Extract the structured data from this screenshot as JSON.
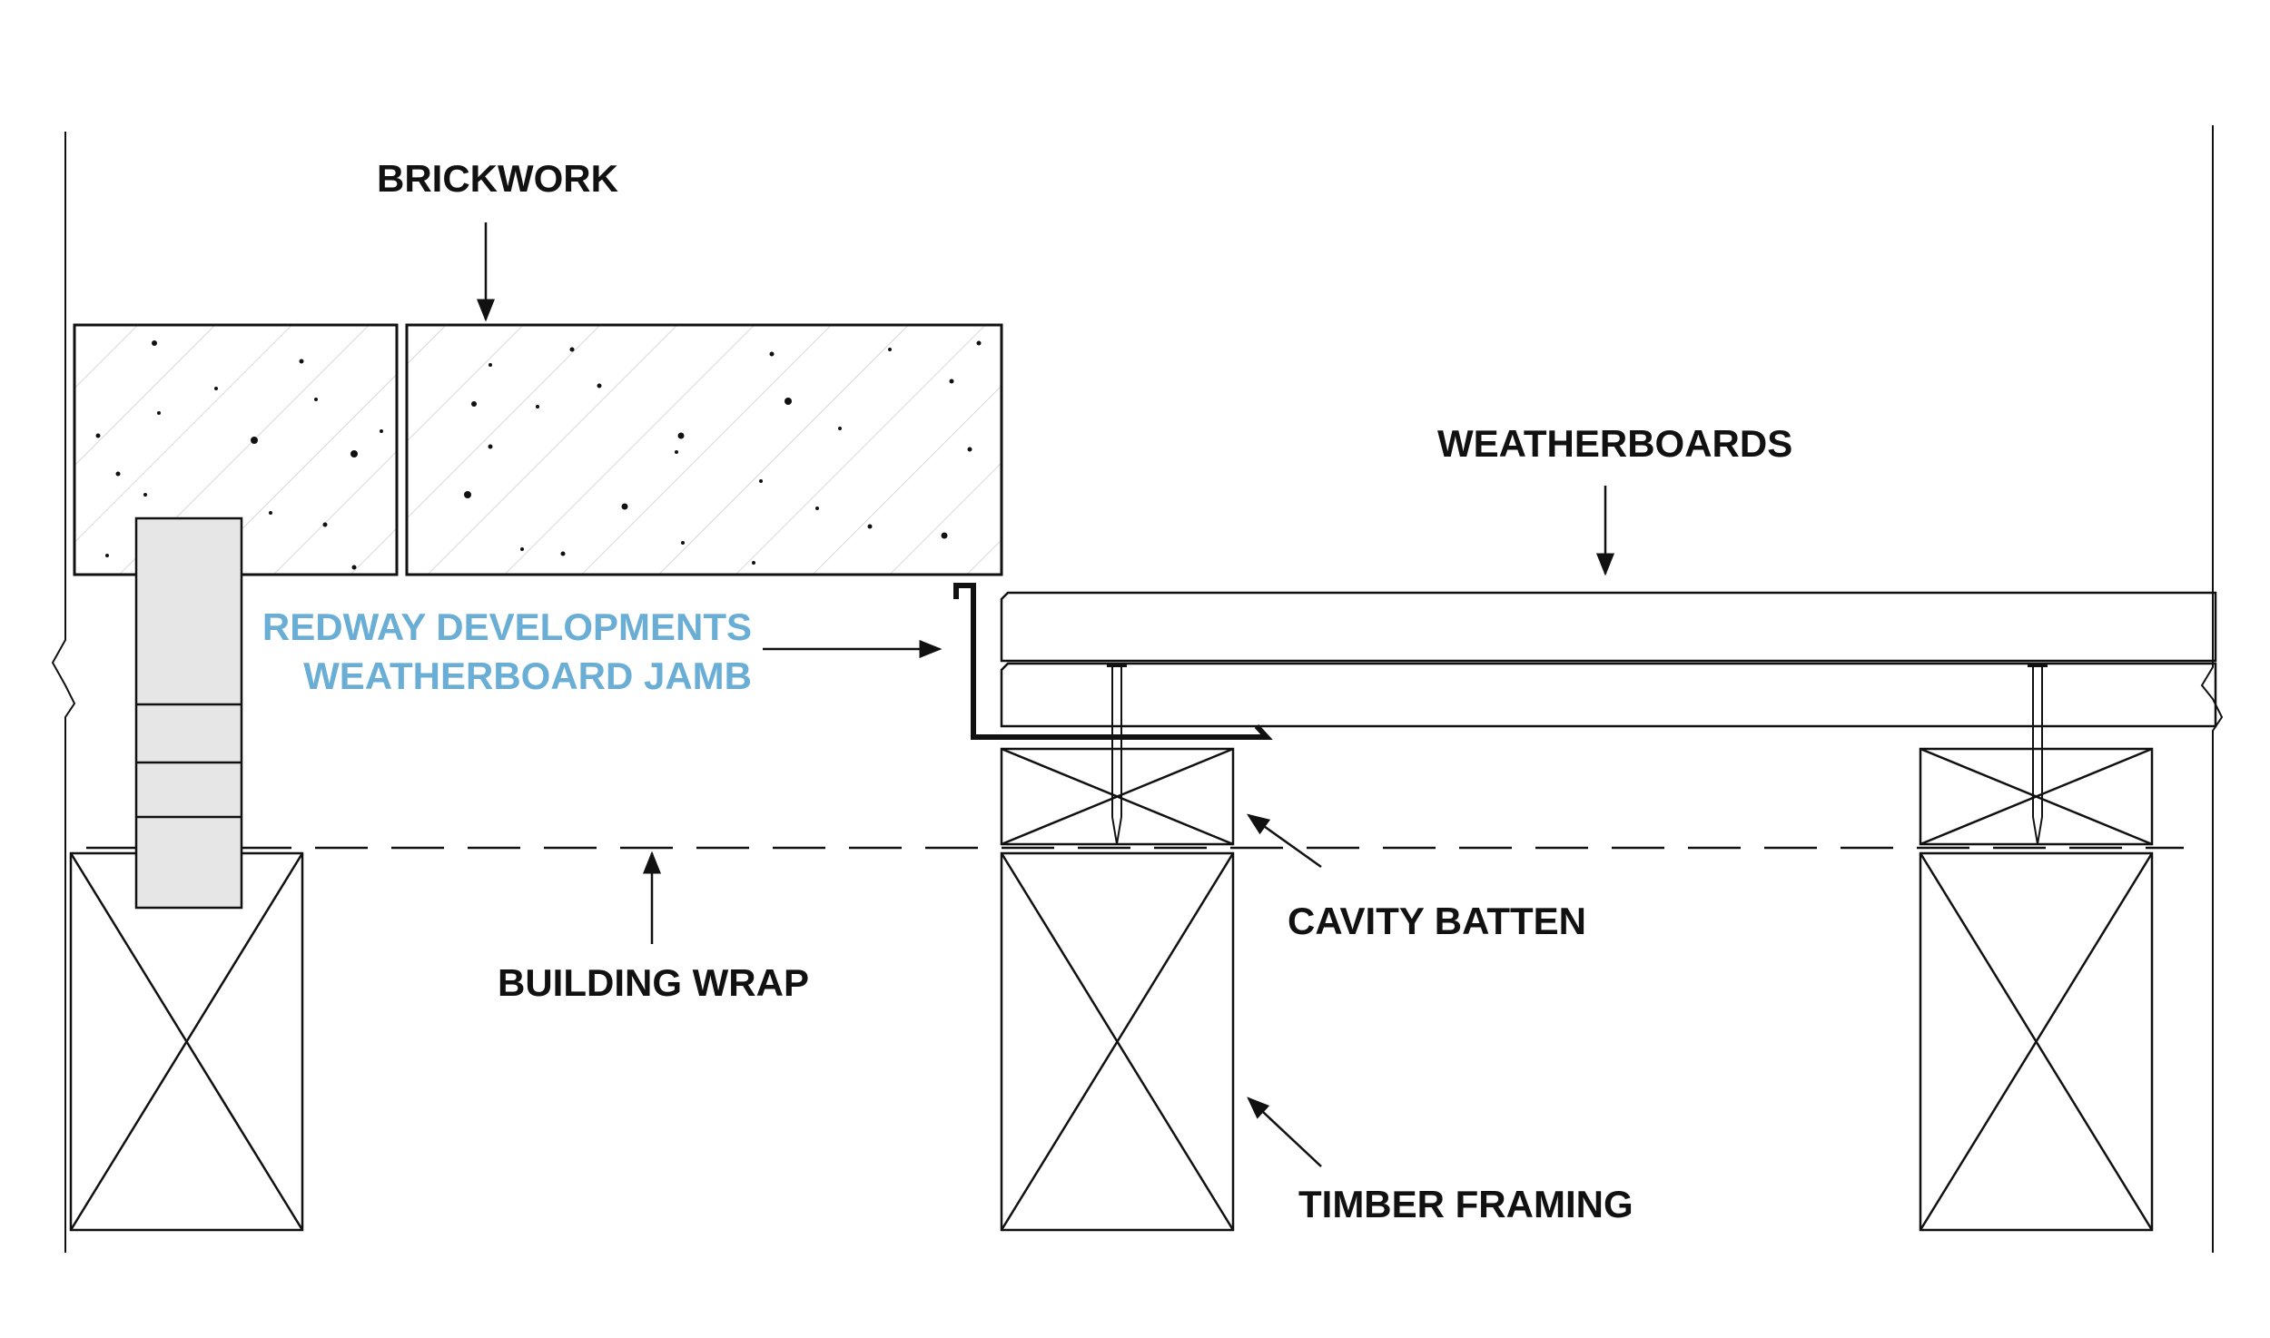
{
  "labels": {
    "brickwork": "BRICKWORK",
    "weatherboards": "WEATHERBOARDS",
    "jamb_line1": "REDWAY DEVELOPMENTS",
    "jamb_line2": "WEATHERBOARD JAMB",
    "cavity_batten": "CAVITY BATTEN",
    "building_wrap": "BUILDING WRAP",
    "timber_framing": "TIMBER FRAMING"
  },
  "colors": {
    "line": "#111111",
    "jamb_label": "#6aaed6",
    "brick_hatch": "#d9d9d9",
    "mortar_tie": "#e6e6e6",
    "background": "#ffffff"
  }
}
